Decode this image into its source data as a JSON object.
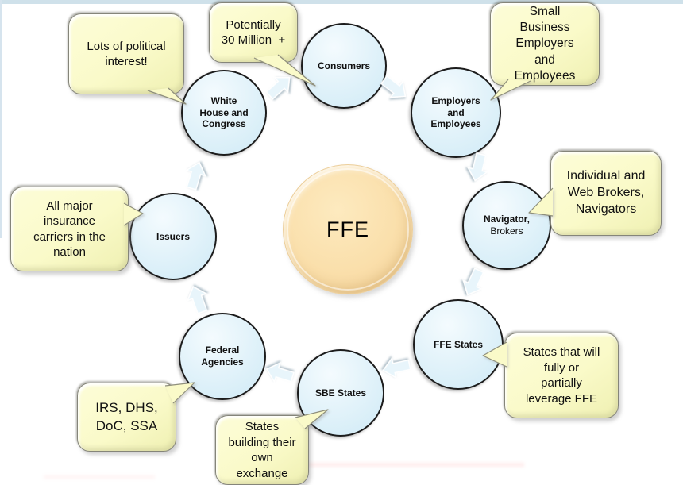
{
  "center": {
    "label": "FFE"
  },
  "nodes": {
    "white_house": {
      "label": "White\nHouse and\nCongress"
    },
    "consumers": {
      "label": "Consumers"
    },
    "employers": {
      "label": "Employers\nand\nEmployees"
    },
    "navigator": {
      "label": "Navigator,",
      "sublabel": "Brokers"
    },
    "ffe_states": {
      "label": "FFE States"
    },
    "sbe_states": {
      "label": "SBE States"
    },
    "federal_agencies": {
      "label": "Federal\nAgencies"
    },
    "issuers": {
      "label": "Issuers"
    }
  },
  "callouts": {
    "political": {
      "text": "Lots of political\ninterest!"
    },
    "potential": {
      "text": "Potentially\n30 Million  +"
    },
    "small_business": {
      "text": "Small\nBusiness\nEmployers\nand\nEmployees"
    },
    "brokers": {
      "text": "Individual and\nWeb Brokers,\nNavigators"
    },
    "leverage": {
      "text": "States that will\nfully or\npartially\nleverage FFE"
    },
    "own_exchange": {
      "text": "States\nbuilding their\nown\nexchange"
    },
    "agencies": {
      "text": "IRS, DHS,\nDoC, SSA"
    },
    "carriers": {
      "text": "All major\ninsurance\ncarriers in the\nnation"
    }
  },
  "colors": {
    "circle_fill": "#cfeaf6",
    "circle_border": "#1c1c1c",
    "callout_fill": "#fafac9",
    "center_fill": "#fadfab",
    "arrow_fill": "#e8f5fb",
    "top_bar": "#cfe1ea"
  }
}
